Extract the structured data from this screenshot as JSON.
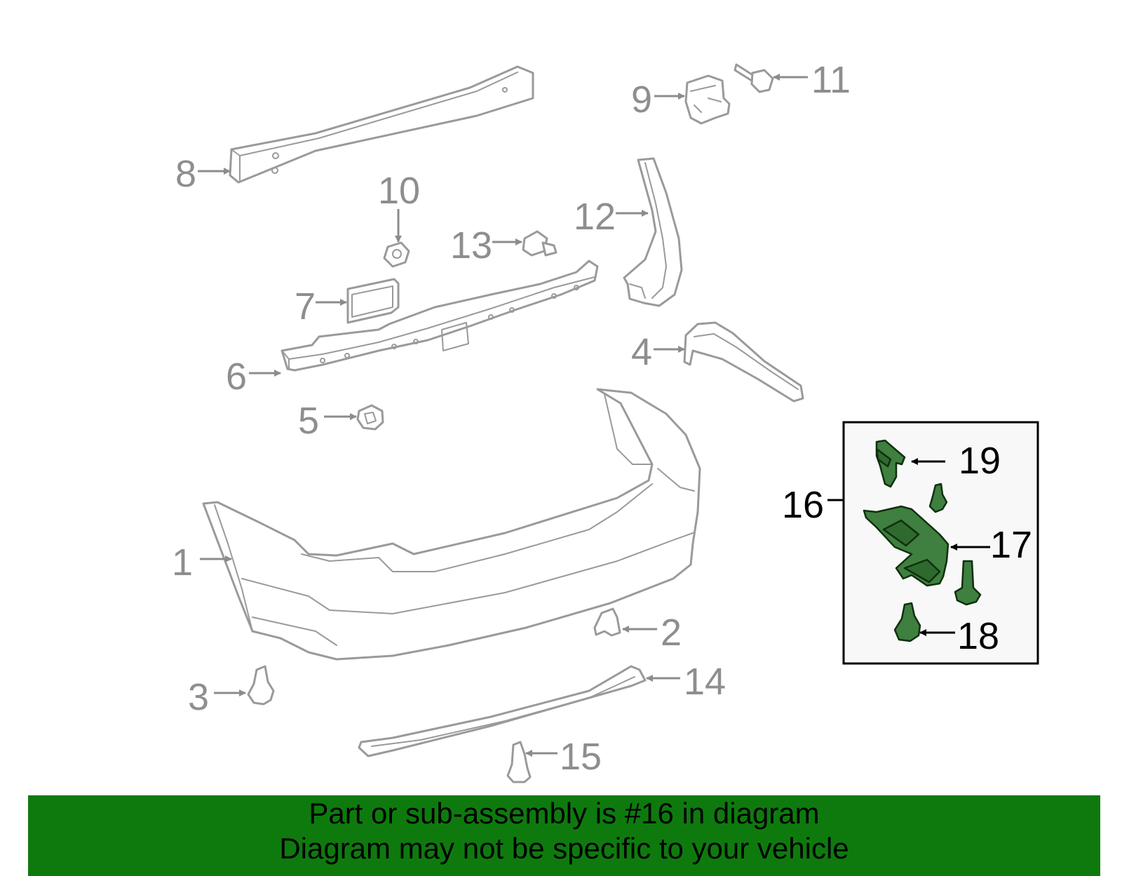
{
  "callouts": {
    "c1": "1",
    "c2": "2",
    "c3": "3",
    "c4": "4",
    "c5": "5",
    "c6": "6",
    "c7": "7",
    "c8": "8",
    "c9": "9",
    "c10": "10",
    "c11": "11",
    "c12": "12",
    "c13": "13",
    "c14": "14",
    "c15": "15",
    "c16": "16",
    "c17": "17",
    "c18": "18",
    "c19": "19"
  },
  "highlight": {
    "color": "#3f7f3f",
    "part_number": "16"
  },
  "banner": {
    "line1": "Part or sub-assembly is #16 in diagram",
    "line2": "Diagram may not be specific to your vehicle",
    "color": "#0e7a0e"
  }
}
